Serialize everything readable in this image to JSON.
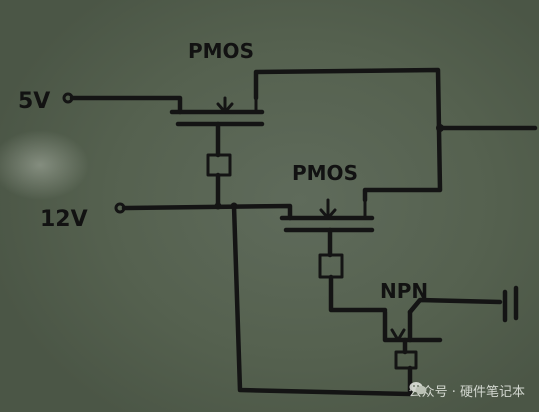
{
  "labels": {
    "pmos_top": "PMOS",
    "pmos_mid": "PMOS",
    "npn": "NPN",
    "vin_5v": "5V",
    "vin_12v": "12V"
  },
  "watermark": {
    "text": "公众号 · 硬件笔记本",
    "icon": "wechat-icon"
  }
}
